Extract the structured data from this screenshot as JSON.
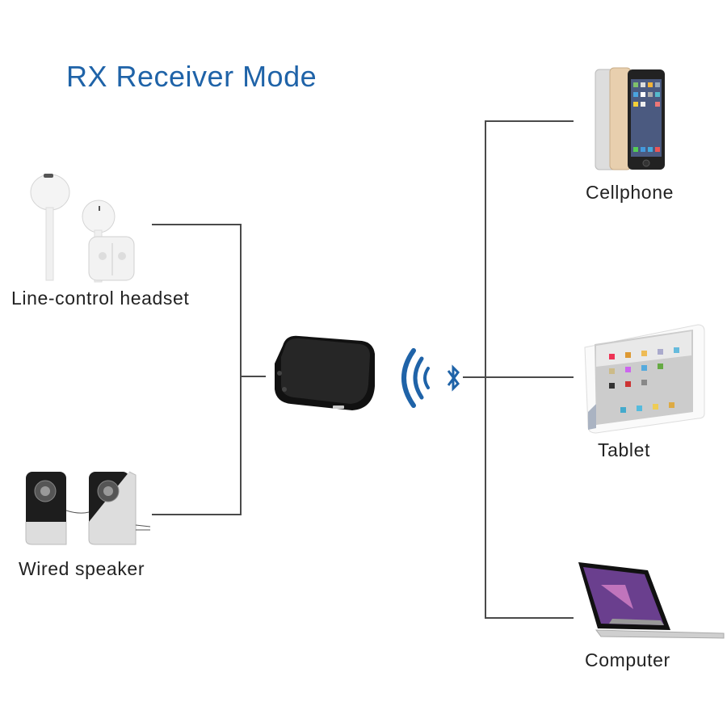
{
  "title": "RX Receiver Mode",
  "colors": {
    "accent": "#1f63a8",
    "line": "#4a4a4a",
    "text": "#222222"
  },
  "left_devices": [
    {
      "label": "Line-control headset",
      "icon": "earphones-icon"
    },
    {
      "label": "Wired speaker",
      "icon": "speakers-icon"
    }
  ],
  "center": {
    "device": "bluetooth-receiver",
    "signal_icon": "wireless-signal-icon",
    "bluetooth_icon": "bluetooth-icon"
  },
  "right_devices": [
    {
      "label": "Cellphone",
      "icon": "smartphone-icon"
    },
    {
      "label": "Tablet",
      "icon": "tablet-icon"
    },
    {
      "label": "Computer",
      "icon": "laptop-icon"
    }
  ]
}
